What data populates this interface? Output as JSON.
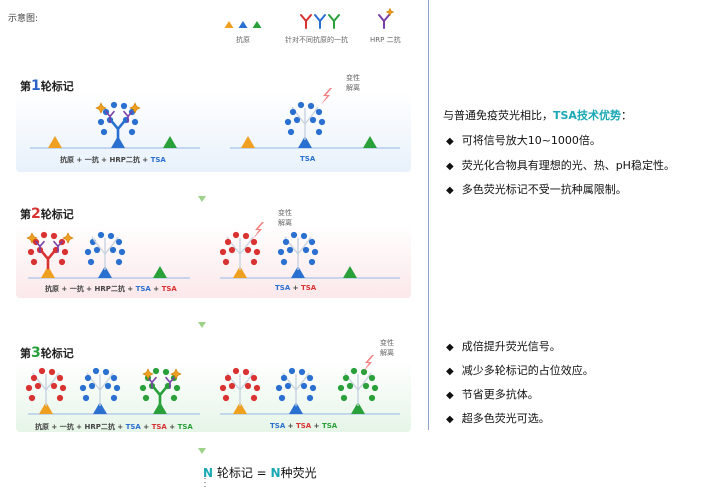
{
  "legend": {
    "title": "示意图:",
    "antigen_label": "抗原",
    "primary_label": "针对不同抗原的一抗",
    "secondary_label": "HRP 二抗"
  },
  "rounds": [
    {
      "title_prefix": "第",
      "number": "1",
      "title_suffix": "轮标记",
      "number_color": "#2d63c8",
      "panel_color": "#e8f1fb",
      "left_caption": [
        {
          "text": "抗原 + 一抗 + HRP二抗 + ",
          "color": "#444444"
        },
        {
          "text": "TSA",
          "color": "#2a70d0"
        }
      ],
      "right_caption": [
        {
          "text": "TSA",
          "color": "#2a70d0"
        }
      ],
      "denature_label": "变性\n解离"
    },
    {
      "title_prefix": "第",
      "number": "2",
      "title_suffix": "轮标记",
      "number_color": "#d83232",
      "panel_color": "#fbe8ea",
      "left_caption": [
        {
          "text": "抗原 + 一抗 + HRP二抗 + ",
          "color": "#444444"
        },
        {
          "text": "TSA",
          "color": "#2a70d0"
        },
        {
          "text": " + ",
          "color": "#444444"
        },
        {
          "text": "TSA",
          "color": "#d83232"
        }
      ],
      "right_caption": [
        {
          "text": "TSA",
          "color": "#2a70d0"
        },
        {
          "text": " + ",
          "color": "#444444"
        },
        {
          "text": "TSA",
          "color": "#d83232"
        }
      ],
      "denature_label": "变性\n解离"
    },
    {
      "title_prefix": "第",
      "number": "3",
      "title_suffix": "轮标记",
      "number_color": "#2aa03a",
      "panel_color": "#e6f5e8",
      "left_caption": [
        {
          "text": "抗原 + 一抗 + HRP二抗 + ",
          "color": "#444444"
        },
        {
          "text": "TSA",
          "color": "#2a70d0"
        },
        {
          "text": " + ",
          "color": "#444444"
        },
        {
          "text": "TSA",
          "color": "#d83232"
        },
        {
          "text": " + ",
          "color": "#444444"
        },
        {
          "text": "TSA",
          "color": "#2aa03a"
        }
      ],
      "right_caption": [
        {
          "text": "TSA",
          "color": "#2a70d0"
        },
        {
          "text": " + ",
          "color": "#444444"
        },
        {
          "text": "TSA",
          "color": "#d83232"
        },
        {
          "text": " + ",
          "color": "#444444"
        },
        {
          "text": "TSA",
          "color": "#2aa03a"
        }
      ],
      "denature_label": "变性\n解离"
    }
  ],
  "bottom": {
    "n1": "N",
    "mid": " 轮标记 = ",
    "n2": "N",
    "end": "种荧光"
  },
  "advantages": {
    "head_prefix": "与普通免疫荧光相比，",
    "head_highlight": "TSA技术优势",
    "head_suffix": "：",
    "items": [
      "可将信号放大10~1000倍。",
      "荧光化合物具有理想的光、热、pH稳定性。",
      "多色荧光标记不受一抗种属限制。"
    ]
  },
  "benefits": {
    "items": [
      "成倍提升荧光信号。",
      "减少多轮标记的占位效应。",
      "节省更多抗体。",
      "超多色荧光可选。"
    ]
  },
  "colors": {
    "blue": "#2a70d0",
    "red": "#d83232",
    "green": "#2aa03a",
    "teal": "#1aa9b4",
    "orange": "#f0a020",
    "purple": "#7a3fa8"
  }
}
